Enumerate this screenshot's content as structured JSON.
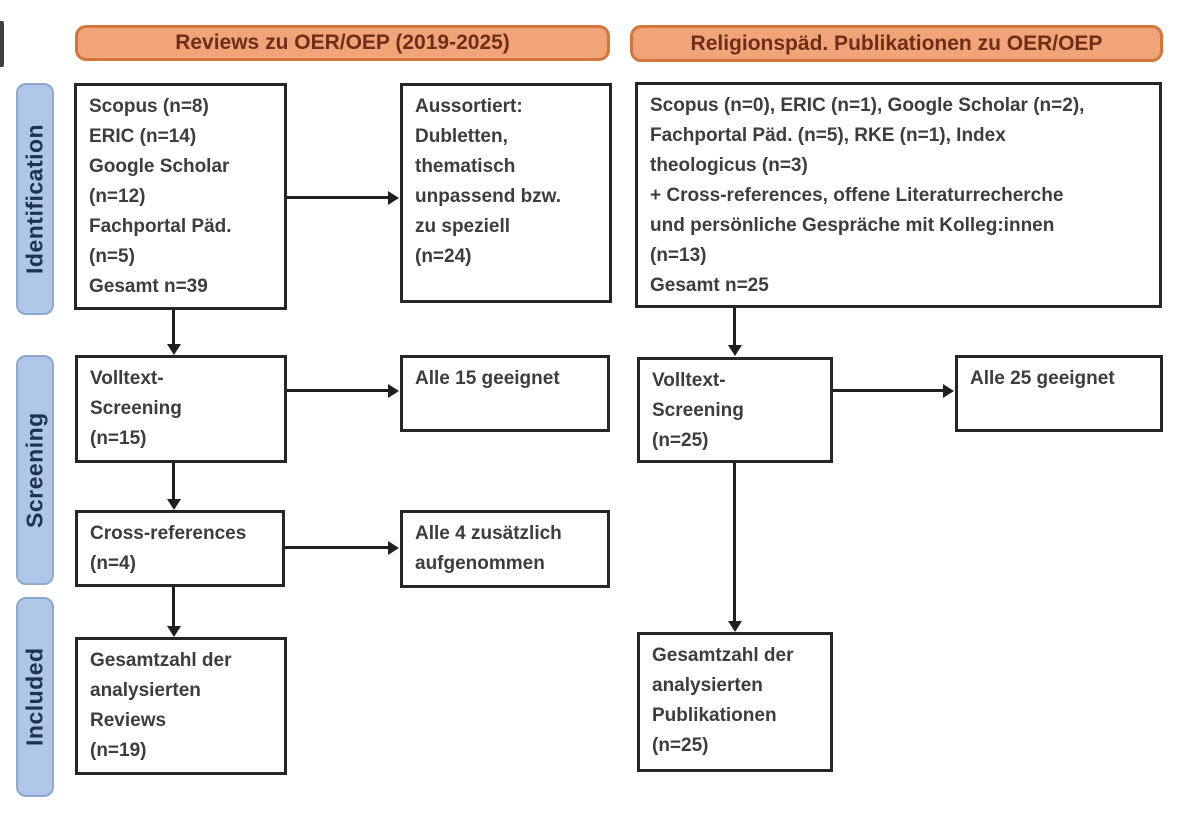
{
  "colors": {
    "header_fill": "#F0A477",
    "header_border": "#D4763C",
    "header_text": "#6F2E18",
    "stage_fill": "#AEC6E8",
    "stage_border": "#8DA9CF",
    "stage_text": "#1E3252",
    "box_border": "#262626",
    "box_text": "#3D3D3D"
  },
  "headers": {
    "left": "Reviews zu OER/OEP (2019-2025)",
    "right": "Religionspäd. Publikationen zu OER/OEP"
  },
  "stage_labels": {
    "identification": "Identification",
    "screening": "Screening",
    "included": "Included"
  },
  "left_column": {
    "sources_box": "Scopus (n=8)\nERIC (n=14)\nGoogle Scholar\n(n=12)\nFachportal Päd.\n(n=5)\nGesamt n=39",
    "excluded_box": "Aussortiert:\nDubletten,\nthematisch\nunpassend bzw.\nzu speziell\n(n=24)",
    "fulltext_box": "Volltext-\nScreening\n(n=15)",
    "eligible_box": "Alle 15 geeignet",
    "crossref_box": "Cross-references\n(n=4)",
    "added_box": "Alle 4 zusätzlich\naufgenommen",
    "included_box": "Gesamtzahl der\nanalysierten\nReviews\n(n=19)"
  },
  "right_column": {
    "sources_box": "Scopus (n=0), ERIC (n=1), Google Scholar (n=2),\nFachportal Päd. (n=5), RKE (n=1), Index\ntheologicus (n=3)\n+ Cross-references, offene Literaturrecherche\nund persönliche Gespräche mit Kolleg:innen\n(n=13)\nGesamt n=25",
    "fulltext_box": "Volltext-\nScreening\n(n=25)",
    "eligible_box": "Alle 25 geeignet",
    "included_box": "Gesamtzahl der\nanalysierten\nPublikationen\n(n=25)"
  }
}
